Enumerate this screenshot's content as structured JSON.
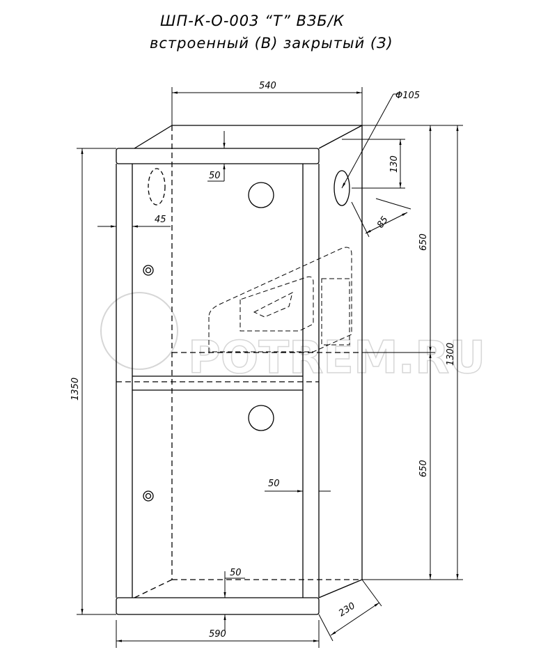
{
  "title": {
    "line1": "ШП-К-О-003 “Т” ВЗБ/К",
    "line2": "встроенный (В) закрытый (З)"
  },
  "watermark": "POTREM.RU",
  "dimensions": {
    "back_width": "540",
    "hole_diameter": "Φ105",
    "top_offset": "50",
    "hole_height": "130",
    "side_offset": "45",
    "hole_depth": "85",
    "upper_height": "650",
    "total_height": "1300",
    "lower_height": "650",
    "overall_height": "1350",
    "middle_offset": "50",
    "bottom_offset": "50",
    "depth": "230",
    "overall_width": "590"
  }
}
